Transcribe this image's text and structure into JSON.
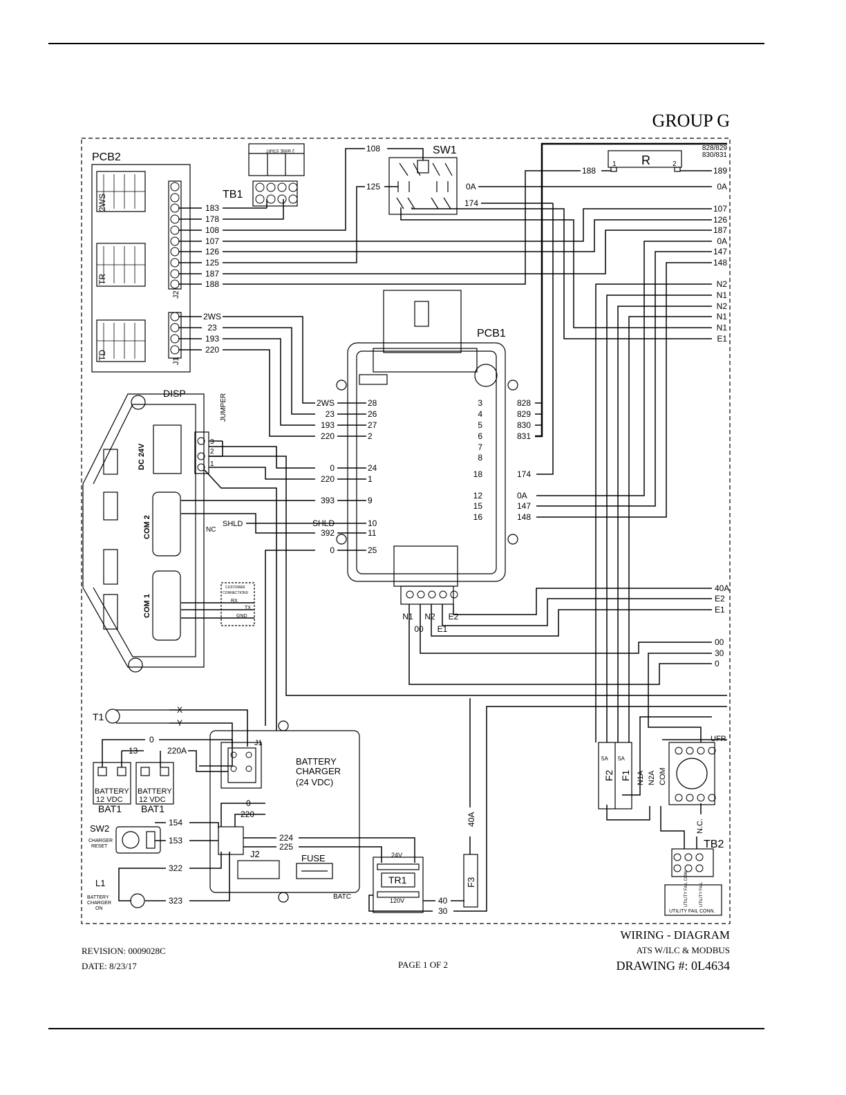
{
  "header": {
    "group": "GROUP G"
  },
  "footer": {
    "revision": "REVISION: 0009028C",
    "date": "DATE: 8/23/17",
    "page": "PAGE 1 OF 2"
  },
  "title_block": {
    "title": "WIRING - DIAGRAM",
    "subtitle": "ATS W/ILC & MODBUS",
    "drawing": "DRAWING #: 0L4634"
  },
  "components": {
    "pcb2": "PCB2",
    "pcb1": "PCB1",
    "sw1": "SW1",
    "tb1": "TB1",
    "tb2": "TB2",
    "disp": "DISP",
    "jumper": "JUMPER",
    "dc24v": "DC 24V",
    "com2": "COM 2",
    "com1": "COM 1",
    "relay_r": "R",
    "relay_2ws": "2WS",
    "relay_tr": "TR",
    "relay_td": "TD",
    "j1_pcb2": "J1",
    "j2_pcb2": "J2",
    "t1": "T1",
    "bat1": "BAT1",
    "battery": "BATTERY",
    "battery_volts": "12 VDC",
    "charger_line1": "BATTERY",
    "charger_line2": "CHARGER",
    "charger_line3": "(24 VDC)",
    "charger_j1": "J1",
    "charger_j2": "J2",
    "fuse": "FUSE",
    "batc": "BATC",
    "tr1": "TR1",
    "tr1_24v": "24V",
    "tr1_120v": "120V",
    "sw2": "SW2",
    "charger_reset": [
      "CHARGER",
      "RESET"
    ],
    "l1": "L1",
    "l1_label": [
      "BATTERY",
      "CHARGER",
      "ON"
    ],
    "ufr": "UFR",
    "f1": "F1",
    "f2": "F2",
    "f3": "F3",
    "fuse_rating": "5A",
    "nc": "N.C.",
    "n1a": "N1A",
    "n2a": "N2A",
    "com": "COM",
    "shld": "SHLD",
    "nc_short": "NC",
    "rx": "RX",
    "tx": "TX",
    "gnd": "GND",
    "customer_conn": [
      "CUSTOMER",
      "CONNECTIONS"
    ],
    "two_wire_start": "2 WIRE START",
    "utility_fail_conn": "UTILITY FAIL CONN.",
    "utility_label": [
      "UTILITY FAIL COM.",
      "UTILITY FAIL"
    ]
  },
  "wires": {
    "pcb2_j2": [
      "183",
      "178",
      "108",
      "107",
      "126",
      "125",
      "187",
      "188"
    ],
    "pcb2_j1": [
      "2WS",
      "23",
      "193",
      "220"
    ],
    "pcb1_left": [
      {
        "wire": "2WS",
        "pin": "28"
      },
      {
        "wire": "23",
        "pin": "26"
      },
      {
        "wire": "193",
        "pin": "27"
      },
      {
        "wire": "220",
        "pin": "2"
      },
      {
        "wire": "0",
        "pin": "24"
      },
      {
        "wire": "220",
        "pin": "1"
      },
      {
        "wire": "393",
        "pin": "9"
      },
      {
        "wire": "SHLD",
        "pin": "10"
      },
      {
        "wire": "392",
        "pin": "11"
      },
      {
        "wire": "0",
        "pin": "25"
      }
    ],
    "pcb1_right": [
      {
        "pin": "3",
        "wire": "828"
      },
      {
        "pin": "4",
        "wire": "829"
      },
      {
        "pin": "5",
        "wire": "830"
      },
      {
        "pin": "6",
        "wire": "831"
      },
      {
        "pin": "7",
        "wire": ""
      },
      {
        "pin": "8",
        "wire": ""
      },
      {
        "pin": "18",
        "wire": "174"
      },
      {
        "pin": "12",
        "wire": "0A"
      },
      {
        "pin": "15",
        "wire": "147"
      },
      {
        "pin": "16",
        "wire": "148"
      }
    ],
    "pcb1_bottom": [
      "N1",
      "00",
      "N2",
      "E1",
      "E2"
    ],
    "sw1": {
      "in_top": "108",
      "in_left": "125",
      "right_top": "0A",
      "right_bottom": "174"
    },
    "relay_r": {
      "left": "188",
      "right": "189",
      "pin1": "1",
      "pin2": "2"
    },
    "right_edge_top": [
      "828/829",
      "830/831",
      "189",
      "0A",
      "107",
      "126",
      "187",
      "0A",
      "147",
      "148",
      "N2",
      "N1",
      "N2",
      "N1",
      "N1",
      "E1"
    ],
    "right_edge_bottom": [
      "40A",
      "E2",
      "E1",
      "00",
      "30",
      "0"
    ],
    "t1": [
      "X",
      "Y"
    ],
    "battery": [
      "0",
      "13",
      "220A"
    ],
    "charger": [
      "0",
      "220",
      "154",
      "153",
      "224",
      "225",
      "322",
      "323"
    ],
    "tr1_out": [
      "40",
      "30"
    ],
    "f3_wire": "40A",
    "jumper_pins": [
      "3",
      "2",
      "1"
    ]
  }
}
